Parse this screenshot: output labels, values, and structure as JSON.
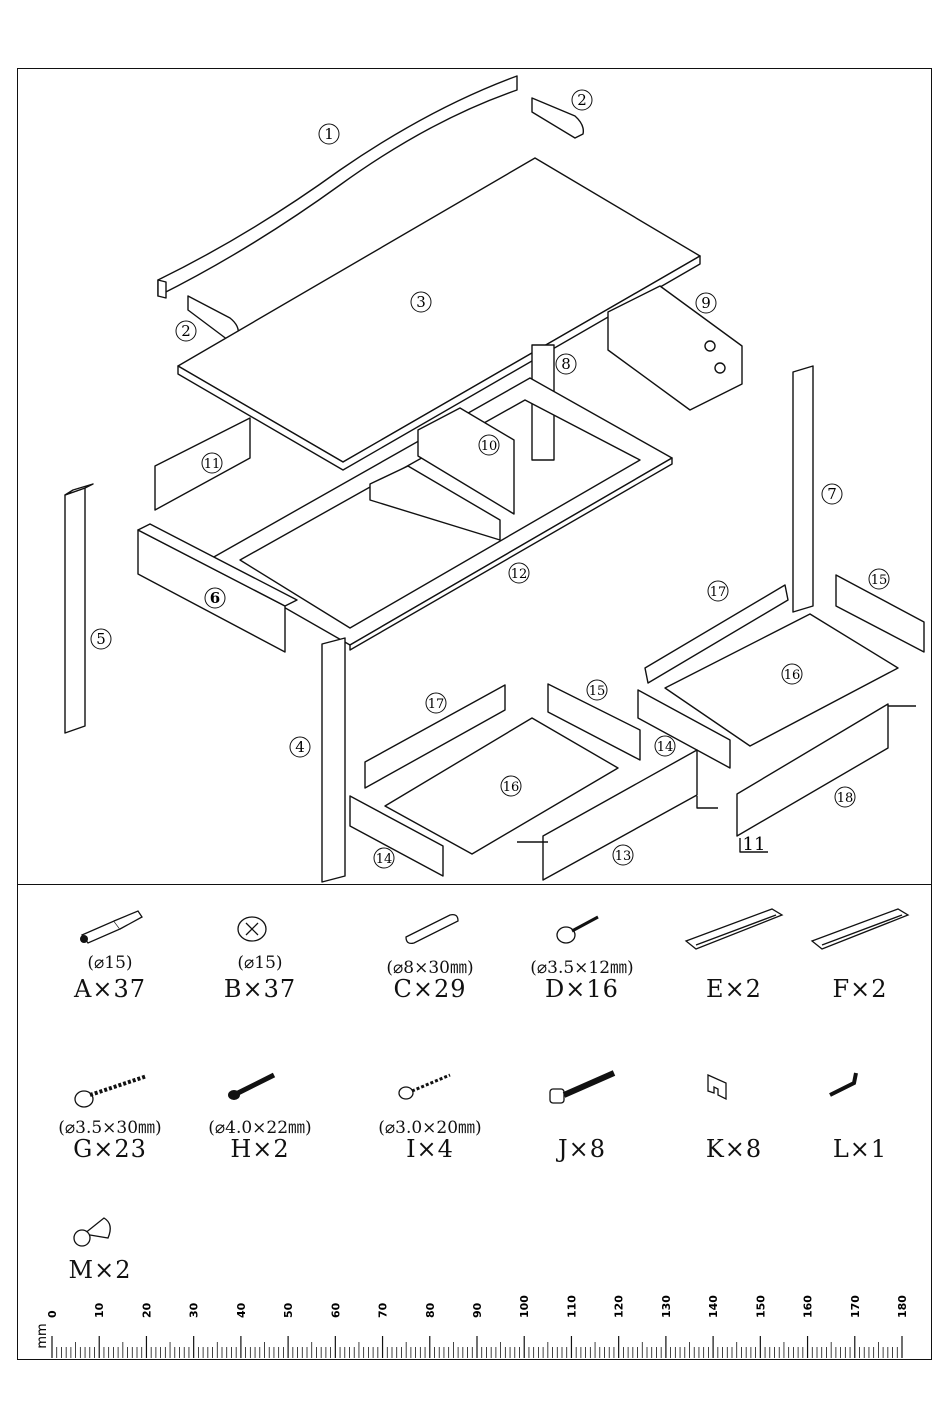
{
  "parts": [
    {
      "id": "p1",
      "label": "1"
    },
    {
      "id": "p2a",
      "label": "2"
    },
    {
      "id": "p2b",
      "label": "2"
    },
    {
      "id": "p3",
      "label": "3"
    },
    {
      "id": "p4",
      "label": "4"
    },
    {
      "id": "p5",
      "label": "5"
    },
    {
      "id": "p6",
      "label": "6"
    },
    {
      "id": "p7",
      "label": "7"
    },
    {
      "id": "p8",
      "label": "8"
    },
    {
      "id": "p9",
      "label": "9"
    },
    {
      "id": "p10",
      "label": "10"
    },
    {
      "id": "p11",
      "label": "11"
    },
    {
      "id": "p12",
      "label": "12"
    },
    {
      "id": "p13",
      "label": "13"
    },
    {
      "id": "p14a",
      "label": "14"
    },
    {
      "id": "p14b",
      "label": "14"
    },
    {
      "id": "p15a",
      "label": "15"
    },
    {
      "id": "p15b",
      "label": "15"
    },
    {
      "id": "p16a",
      "label": "16"
    },
    {
      "id": "p16b",
      "label": "16"
    },
    {
      "id": "p17a",
      "label": "17"
    },
    {
      "id": "p17b",
      "label": "17"
    },
    {
      "id": "p18",
      "label": "18"
    }
  ],
  "hardware": [
    {
      "spec": "(⌀15)",
      "code": "A×37",
      "icon": "cam-bolt-icon"
    },
    {
      "spec": "(⌀15)",
      "code": "B×37",
      "icon": "cam-lock-icon"
    },
    {
      "spec": "(⌀8×30㎜)",
      "code": "C×29",
      "icon": "wooden-dowel-icon"
    },
    {
      "spec": "(⌀3.5×12㎜)",
      "code": "D×16",
      "icon": "short-screw-icon"
    },
    {
      "spec": "",
      "code": "E×2",
      "icon": "drawer-slide-left-icon"
    },
    {
      "spec": "",
      "code": "F×2",
      "icon": "drawer-slide-right-icon"
    },
    {
      "spec": "(⌀3.5×30㎜)",
      "code": "G×23",
      "icon": "long-screw-icon"
    },
    {
      "spec": "(⌀4.0×22㎜)",
      "code": "H×2",
      "icon": "black-screw-icon"
    },
    {
      "spec": "(⌀3.0×20㎜)",
      "code": "I×4",
      "icon": "small-screw-icon"
    },
    {
      "spec": "",
      "code": "J×8",
      "icon": "hex-bolt-icon"
    },
    {
      "spec": "",
      "code": "K×8",
      "icon": "bracket-icon"
    },
    {
      "spec": "",
      "code": "L×1",
      "icon": "allen-key-icon"
    },
    {
      "spec": "",
      "code": "M×2",
      "icon": "knob-icon"
    }
  ],
  "ruler": {
    "unit": "mm",
    "min": 0,
    "max": 180,
    "labels": [
      "0",
      "10",
      "20",
      "30",
      "40",
      "50",
      "60",
      "70",
      "80",
      "90",
      "100",
      "110",
      "120",
      "130",
      "140",
      "150",
      "160",
      "170",
      "180"
    ]
  },
  "margin_note": "11"
}
